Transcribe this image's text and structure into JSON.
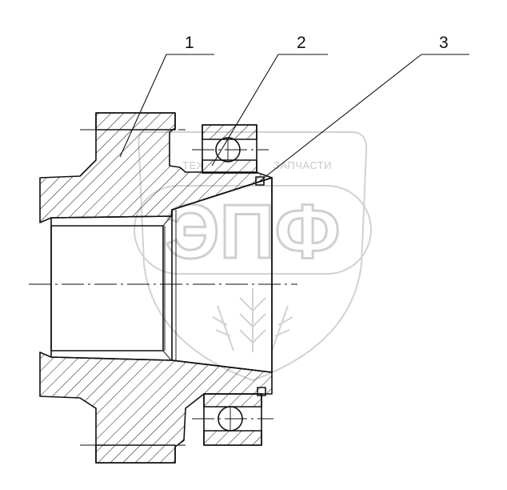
{
  "callouts": [
    {
      "label": "1"
    },
    {
      "label": "2"
    },
    {
      "label": "3"
    }
  ],
  "watermark": {
    "line1_left": "ТЕХ",
    "line1_right": "ЗАПЧАСТИ",
    "logo": "ЭПФ"
  },
  "colors": {
    "line": "#111111",
    "watermark": "#cfcfcf",
    "background": "#ffffff"
  }
}
